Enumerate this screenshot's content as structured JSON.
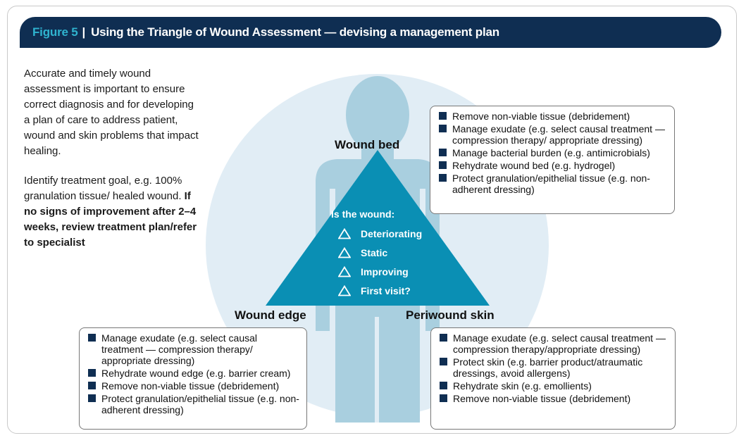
{
  "header": {
    "figure": "Figure 5",
    "separator": "|",
    "title": "Using the Triangle of Wound Assessment — devising a management plan"
  },
  "intro": {
    "p1": "Accurate and timely wound assessment is important to ensure correct diagnosis and for developing a plan of care to address patient, wound and skin problems that impact healing.",
    "p2_normal": "Identify treatment goal, e.g. 100% granulation tissue/ healed wound.",
    "p2_bold": "If no signs of improvement after 2–4 weeks, review treatment plan/refer to specialist"
  },
  "labels": {
    "wound_bed": "Wound bed",
    "wound_edge": "Wound edge",
    "periwound": "Periwound skin"
  },
  "triangle": {
    "question": "Is the wound:",
    "options": [
      "Deteriorating",
      "Static",
      "Improving",
      "First visit?"
    ]
  },
  "boxes": {
    "wound_bed": [
      "Remove non-viable tissue (debridement)",
      "Manage exudate  (e.g. select causal treatment — compression therapy/ appropriate dressing)",
      "Manage bacterial burden (e.g. antimicrobials)",
      "Rehydrate wound bed  (e.g. hydrogel)",
      "Protect granulation/epithelial tissue (e.g. non-adherent dressing)"
    ],
    "wound_edge": [
      "Manage exudate (e.g. select causal treatment — compression therapy/ appropriate dressing)",
      "Rehydrate wound edge  (e.g. barrier cream)",
      "Remove non-viable tissue (debridement)",
      "Protect granulation/epithelial tissue (e.g. non-adherent dressing)"
    ],
    "periwound": [
      "Manage exudate (e.g. select causal treatment — compression therapy/appropriate dressing)",
      "Protect skin (e.g. barrier product/atraumatic dressings, avoid allergens)",
      "Rehydrate skin (e.g. emollients)",
      "Remove non-viable tissue (debridement)"
    ]
  },
  "colors": {
    "header_bg": "#0f2e52",
    "figure_accent": "#2fb3cf",
    "triangle": "#0a8fb4",
    "circle": "#e1edf5",
    "person": "#a9cfdf"
  }
}
